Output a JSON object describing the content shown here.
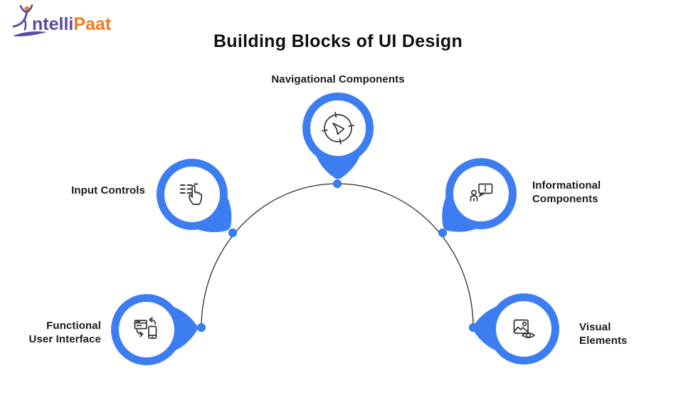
{
  "logo": {
    "brand_part1": "ntelli",
    "brand_part2": "Paat",
    "figure": "leaping-person",
    "colors": {
      "purple": "#5B4AA0",
      "orange": "#F47A1F"
    }
  },
  "title": "Building Blocks of UI Design",
  "diagram": {
    "type": "semicircle-hub-infographic",
    "arc": "semicircular arc with 5 connector dots",
    "nodes": [
      {
        "id": "navigational",
        "label": "Navigational Components",
        "icon": "navigation-compass-icon",
        "position": "top-center"
      },
      {
        "id": "input",
        "label": "Input Controls",
        "icon": "tap-hand-icon",
        "position": "upper-left"
      },
      {
        "id": "informational",
        "label": "Informational Components",
        "line1": "Informational",
        "line2": "Components",
        "icon": "person-info-speech-icon",
        "position": "upper-right"
      },
      {
        "id": "functional",
        "label": "Functional User Interface",
        "line1": "Functional",
        "line2": "User Interface",
        "icon": "responsive-devices-sync-icon",
        "position": "lower-left"
      },
      {
        "id": "visual",
        "label": "Visual Elements",
        "line1": "Visual",
        "line2": "Elements",
        "icon": "image-eye-icon",
        "position": "lower-right"
      }
    ],
    "colors": {
      "node_blue": "#3C7EF2",
      "dot_blue": "#3C7EF2",
      "arc_line": "#2D2D2D",
      "icon_stroke": "#333333",
      "title_text": "#0F0F0F",
      "label_text": "#1B1B1B"
    }
  }
}
